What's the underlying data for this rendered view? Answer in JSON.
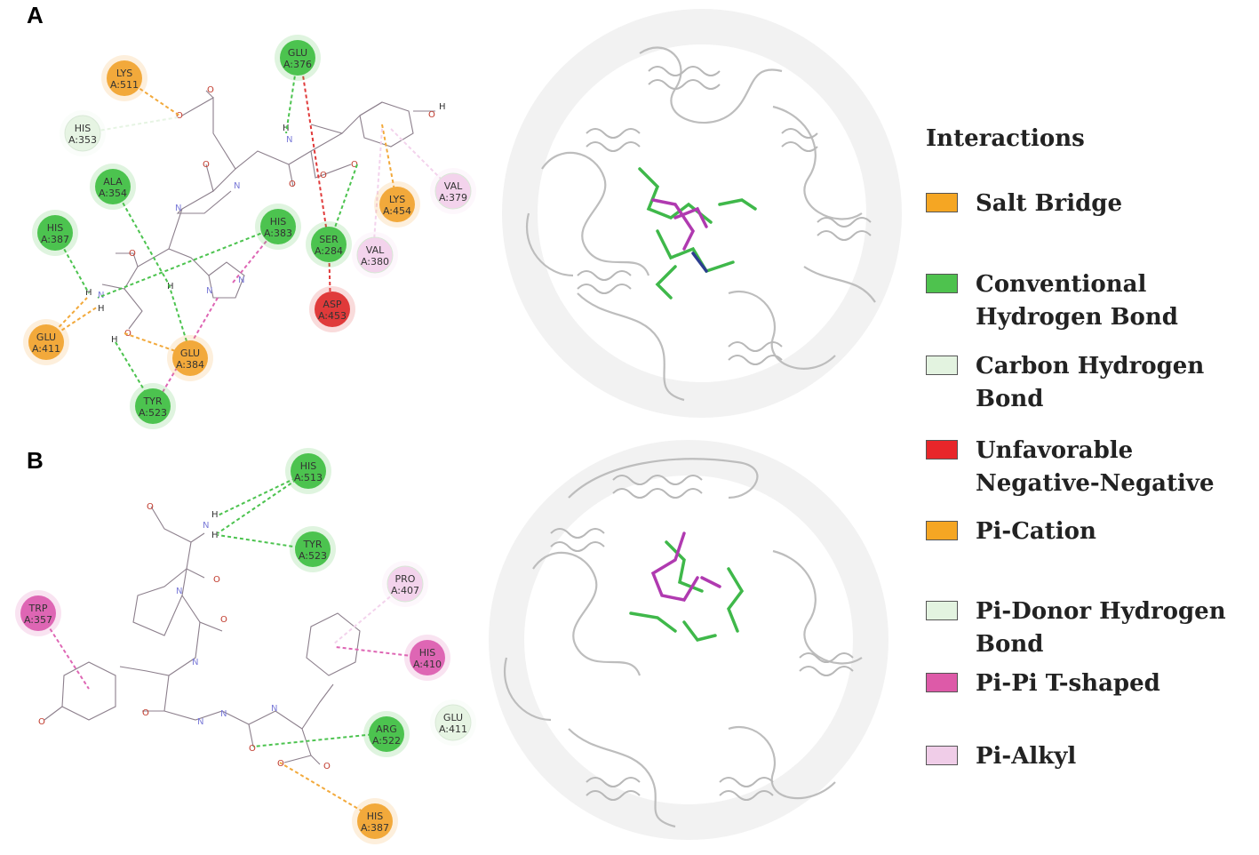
{
  "panels": {
    "a": {
      "label": "A"
    },
    "b": {
      "label": "B"
    }
  },
  "diagram_a": {
    "residues": [
      {
        "id": "glu376",
        "name": "GLU",
        "pos": "A:376",
        "type": "conventional-hydrogen-bond"
      },
      {
        "id": "lys511",
        "name": "LYS",
        "pos": "A:511",
        "type": "salt-bridge"
      },
      {
        "id": "his353",
        "name": "HIS",
        "pos": "A:353",
        "type": "carbon-hydrogen-bond"
      },
      {
        "id": "ala354",
        "name": "ALA",
        "pos": "A:354",
        "type": "conventional-hydrogen-bond"
      },
      {
        "id": "his387",
        "name": "HIS",
        "pos": "A:387",
        "type": "conventional-hydrogen-bond"
      },
      {
        "id": "his383",
        "name": "HIS",
        "pos": "A:383",
        "type": "conventional-hydrogen-bond"
      },
      {
        "id": "ser284",
        "name": "SER",
        "pos": "A:284",
        "type": "conventional-hydrogen-bond"
      },
      {
        "id": "lys454",
        "name": "LYS",
        "pos": "A:454",
        "type": "salt-bridge"
      },
      {
        "id": "val379",
        "name": "VAL",
        "pos": "A:379",
        "type": "pi-alkyl"
      },
      {
        "id": "val380",
        "name": "VAL",
        "pos": "A:380",
        "type": "pi-alkyl"
      },
      {
        "id": "asp453",
        "name": "ASP",
        "pos": "A:453",
        "type": "unfavorable-negative-negative"
      },
      {
        "id": "glu411",
        "name": "GLU",
        "pos": "A:411",
        "type": "salt-bridge"
      },
      {
        "id": "glu384",
        "name": "GLU",
        "pos": "A:384",
        "type": "salt-bridge"
      },
      {
        "id": "tyr523",
        "name": "TYR",
        "pos": "A:523",
        "type": "conventional-hydrogen-bond"
      }
    ]
  },
  "diagram_b": {
    "residues": [
      {
        "id": "his513",
        "name": "HIS",
        "pos": "A:513",
        "type": "conventional-hydrogen-bond"
      },
      {
        "id": "tyr523",
        "name": "TYR",
        "pos": "A:523",
        "type": "conventional-hydrogen-bond"
      },
      {
        "id": "pro407",
        "name": "PRO",
        "pos": "A:407",
        "type": "pi-alkyl"
      },
      {
        "id": "trp357",
        "name": "TRP",
        "pos": "A:357",
        "type": "pi-pi-t-shaped"
      },
      {
        "id": "his410",
        "name": "HIS",
        "pos": "A:410",
        "type": "pi-pi-t-shaped"
      },
      {
        "id": "arg522",
        "name": "ARG",
        "pos": "A:522",
        "type": "conventional-hydrogen-bond"
      },
      {
        "id": "glu411",
        "name": "GLU",
        "pos": "A:411",
        "type": "carbon-hydrogen-bond"
      },
      {
        "id": "his387",
        "name": "HIS",
        "pos": "A:387",
        "type": "salt-bridge"
      }
    ]
  },
  "legend": {
    "title": "Interactions",
    "items": [
      {
        "key": "salt-bridge",
        "label": "Salt Bridge",
        "color": "#f5a623"
      },
      {
        "key": "conventional-hydrogen-bond",
        "label": "Conventional Hydrogen Bond",
        "color": "#4ec24e"
      },
      {
        "key": "carbon-hydrogen-bond",
        "label": "Carbon Hydrogen Bond",
        "color": "#e3f3e0"
      },
      {
        "key": "unfavorable-negative-negative",
        "label": "Unfavorable Negative-Negative",
        "color": "#e8262a"
      },
      {
        "key": "pi-cation",
        "label": "Pi-Cation",
        "color": "#f5a623"
      },
      {
        "key": "pi-donor-hydrogen-bond",
        "label": "Pi-Donor Hydrogen Bond",
        "color": "#e3f3e0"
      },
      {
        "key": "pi-pi-t-shaped",
        "label": "Pi-Pi T-shaped",
        "color": "#dd5aa8"
      },
      {
        "key": "pi-alkyl",
        "label": "Pi-Alkyl",
        "color": "#f0cde8"
      }
    ]
  },
  "colors": {
    "salt-bridge": "#f2a93b",
    "conventional-hydrogen-bond": "#4cc34f",
    "carbon-hydrogen-bond": "#e6f4e3",
    "unfavorable-negative-negative": "#e03a3a",
    "pi-cation": "#f2a93b",
    "pi-donor-hydrogen-bond": "#e6f4e3",
    "pi-pi-t-shaped": "#de66b4",
    "pi-alkyl": "#f3d3ec",
    "ribbon": "#d9d9d9",
    "ligand-green": "#3fb84a",
    "ligand-magenta": "#b03ab0"
  }
}
